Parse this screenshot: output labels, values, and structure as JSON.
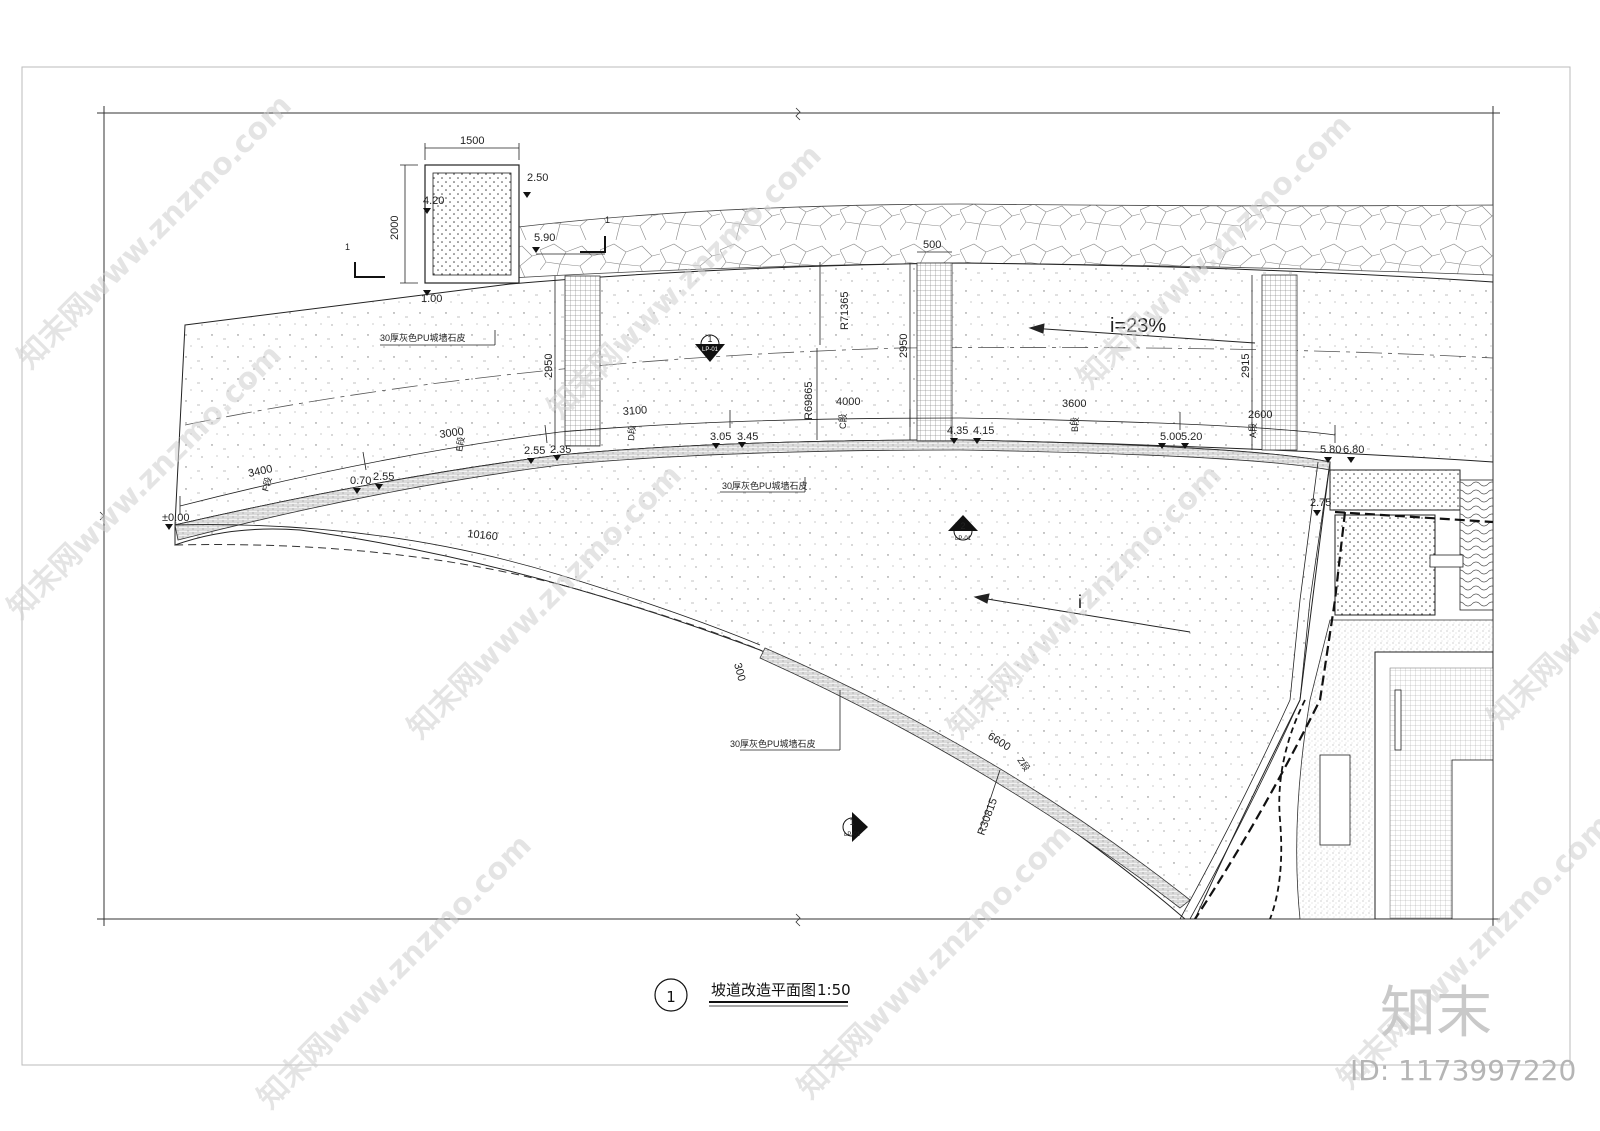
{
  "drawing": {
    "title": "坡道改造平面图",
    "scale": "1:50",
    "number": "1"
  },
  "dimensions": {
    "box_width": "1500",
    "box_height": "2000",
    "strip_width": "500",
    "d1": "2950",
    "d2": "2950",
    "d3": "2915",
    "seg_f": "3400",
    "seg_e": "3000",
    "seg_d": "3100",
    "seg_c": "4000",
    "seg_b": "3600",
    "seg_a": "2600",
    "arc_long": "10160",
    "arc_short": "6600",
    "edge": "300",
    "r1": "R71365",
    "r2": "R69865",
    "r3": "R30815"
  },
  "elevations": {
    "e_box_top": "4.20",
    "e_box_right": "2.50",
    "e_box_low": "5.90",
    "e_box_bottom": "1.00",
    "e0": "±0.00",
    "e1": "0.70",
    "e2": "2.55",
    "e3": "2.55",
    "e4": "2.35",
    "e5": "3.05",
    "e6": "3.45",
    "e7": "4.35",
    "e8": "4.15",
    "e9": "5.00",
    "e10": "5.20",
    "e11": "5.80",
    "e12": "6.80",
    "e13": "2.75"
  },
  "labels": {
    "slope": "i=23%",
    "slope2": "i",
    "material1": "30厚灰色PU城墙石皮",
    "material2": "30厚灰色PU城墙石皮",
    "material3": "30厚灰色PU城墙石皮",
    "sec_f": "F段",
    "sec_e": "E段",
    "sec_d": "D段",
    "sec_c": "C段",
    "sec_b": "B段",
    "sec_a": "A段",
    "sec_z": "Z段",
    "cut": "1",
    "sym_num1": "1",
    "sym_num2": "2",
    "sym_num3": "1",
    "sym_sub": "LP-01"
  },
  "watermark": {
    "text": "知末网www.znzmo.com",
    "logo": "知末",
    "id": "ID: 1173997220"
  }
}
